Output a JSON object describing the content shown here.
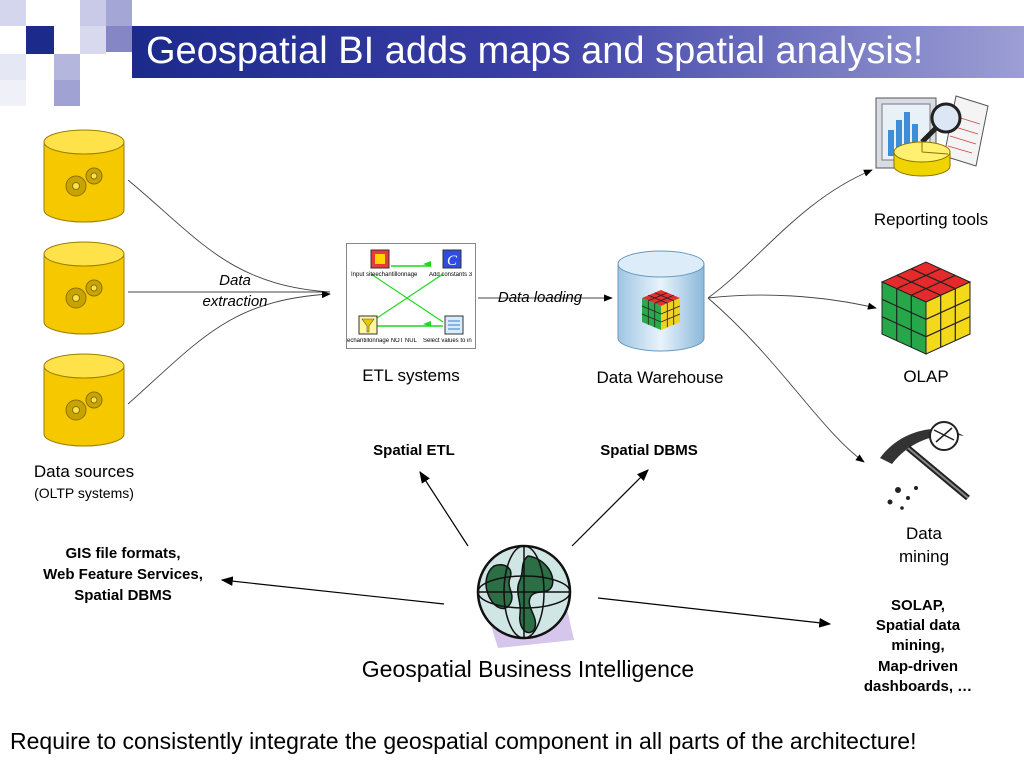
{
  "slide": {
    "title": "Geospatial BI adds maps and spatial analysis!",
    "footer": "Require to consistently integrate the geospatial component in all parts of the architecture!"
  },
  "sources": {
    "label": "Data sources",
    "sublabel": "(OLTP systems)",
    "extraction_label_1": "Data",
    "extraction_label_2": "extraction"
  },
  "etl": {
    "label": "ETL systems",
    "node1": "Input siteechantillonnage",
    "node2": "Add constants 3",
    "node3": "echantillonnage NOT NULL",
    "node4": "Select values to in"
  },
  "loading": {
    "label": "Data loading"
  },
  "warehouse": {
    "label": "Data Warehouse"
  },
  "outputs": {
    "reporting": "Reporting tools",
    "olap": "OLAP",
    "mining_1": "Data",
    "mining_2": "mining"
  },
  "spatial": {
    "etl": "Spatial ETL",
    "dbms": "Spatial DBMS",
    "left_1": "GIS file formats,",
    "left_2": "Web Feature Services,",
    "left_3": "Spatial DBMS",
    "right_1": "SOLAP,",
    "right_2": "Spatial data",
    "right_3": "mining,",
    "right_4": "Map-driven",
    "right_5": "dashboards, …",
    "center": "Geospatial Business Intelligence"
  },
  "colors": {
    "title_dark": "#1c2a8c",
    "title_light": "#9c9ed4",
    "cylinder": "#f5c800",
    "arrow_green": "#1fd81f"
  }
}
